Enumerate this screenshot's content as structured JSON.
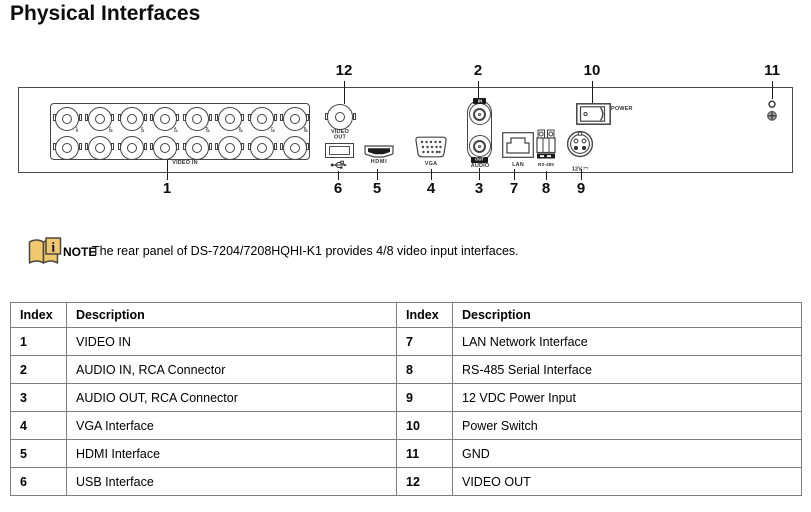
{
  "page": {
    "title": "Physical Interfaces"
  },
  "colors": {
    "note_icon_fill": "#efc870",
    "note_icon_stroke": "#4d473f",
    "table_border": "#7f7f7f",
    "text": "#000000"
  },
  "diagram": {
    "video_in": "VIDEO IN",
    "video_out": "VIDEO\nOUT",
    "vga": "VGA",
    "audio": "AUDIO",
    "audio_in": "IN",
    "audio_out": "OUT",
    "lan": "LAN",
    "rs485": "RS-485",
    "v12": "12V",
    "power": "POWER",
    "hdmi": "HDMI",
    "bnc_grid": {
      "rows": 2,
      "cols": 8
    },
    "callouts": [
      "1",
      "2",
      "3",
      "4",
      "5",
      "6",
      "7",
      "8",
      "9",
      "10",
      "11",
      "12"
    ]
  },
  "note": {
    "label": "NOTE",
    "text": "The rear panel of DS-7204/7208HQHI-K1 provides 4/8 video input interfaces."
  },
  "table": {
    "headers": [
      "Index",
      "Description",
      "Index",
      "Description"
    ],
    "rows": [
      [
        "1",
        "VIDEO IN",
        "7",
        "LAN Network Interface"
      ],
      [
        "2",
        "AUDIO IN, RCA Connector",
        "8",
        "RS-485 Serial Interface"
      ],
      [
        "3",
        "AUDIO OUT, RCA Connector",
        "9",
        "12 VDC Power Input"
      ],
      [
        "4",
        "VGA Interface",
        "10",
        "Power Switch"
      ],
      [
        "5",
        "HDMI Interface",
        "11",
        "GND"
      ],
      [
        "6",
        "USB Interface",
        "12",
        "VIDEO OUT"
      ]
    ]
  }
}
